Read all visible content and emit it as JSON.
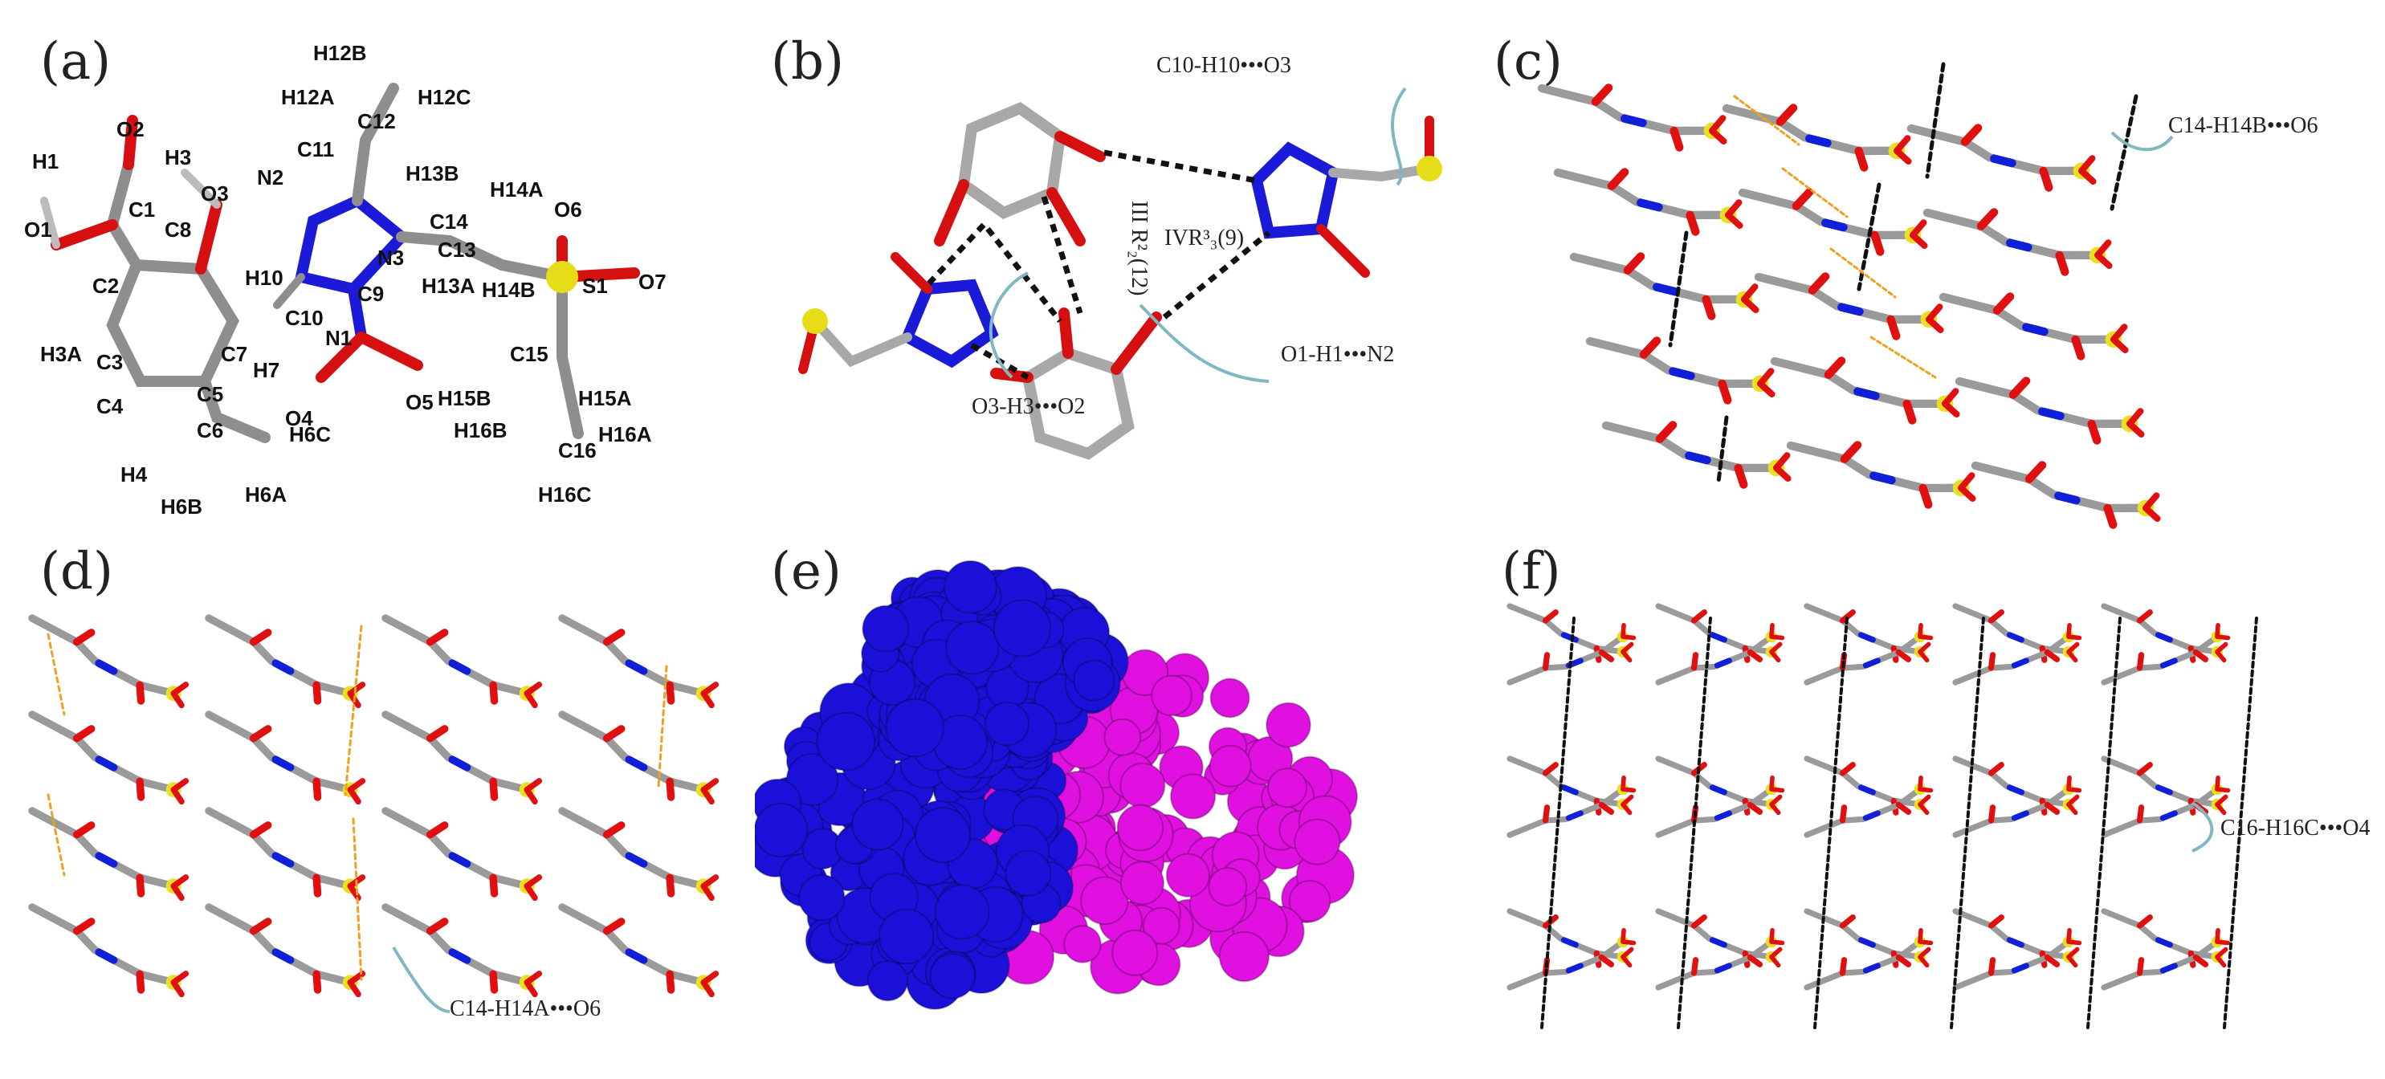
{
  "figure": {
    "panels": {
      "a": {
        "label": "(a)",
        "atoms": [
          "H12B",
          "H12A",
          "H12C",
          "C12",
          "C11",
          "N2",
          "O2",
          "H3",
          "O3",
          "C8",
          "C1",
          "H1",
          "O1",
          "C2",
          "H13B",
          "H14A",
          "C14",
          "O6",
          "C13",
          "N3",
          "H10",
          "C10",
          "C9",
          "S1",
          "O7",
          "H3A",
          "C3",
          "C7",
          "H7",
          "H13A",
          "H14B",
          "N1",
          "C4",
          "C5",
          "C15",
          "H15B",
          "H15A",
          "O4",
          "O5",
          "H16B",
          "H16A",
          "H6C",
          "C6",
          "C16",
          "H4",
          "H6B",
          "H6A",
          "H16C"
        ]
      },
      "b": {
        "label": "(b)",
        "notes": {
          "c10_h10_o3": "C10-H10•••O3",
          "ring_iii": "III R²₂(12)",
          "ring_iv": "IVR³₃(9)",
          "o1_h1_n2": "O1-H1•••N2",
          "o3_h3_o2": "O3-H3•••O2"
        }
      },
      "c": {
        "label": "(c)",
        "note": "C14-H14B•••O6"
      },
      "d": {
        "label": "(d)",
        "note": "C14-H14A•••O6"
      },
      "e": {
        "label": "(e)"
      },
      "f": {
        "label": "(f)",
        "note": "C16-H16C•••O4"
      }
    },
    "colors": {
      "carbon": "#9a9a9a",
      "oxygen": "#e01010",
      "nitrogen": "#1020d8",
      "sulfur": "#e8e020",
      "hbond": "#111111",
      "stacking": "#f0a020",
      "arrow": "#7fb8c0",
      "blob_left": "#1a10d8",
      "blob_right": "#e010e0"
    }
  }
}
